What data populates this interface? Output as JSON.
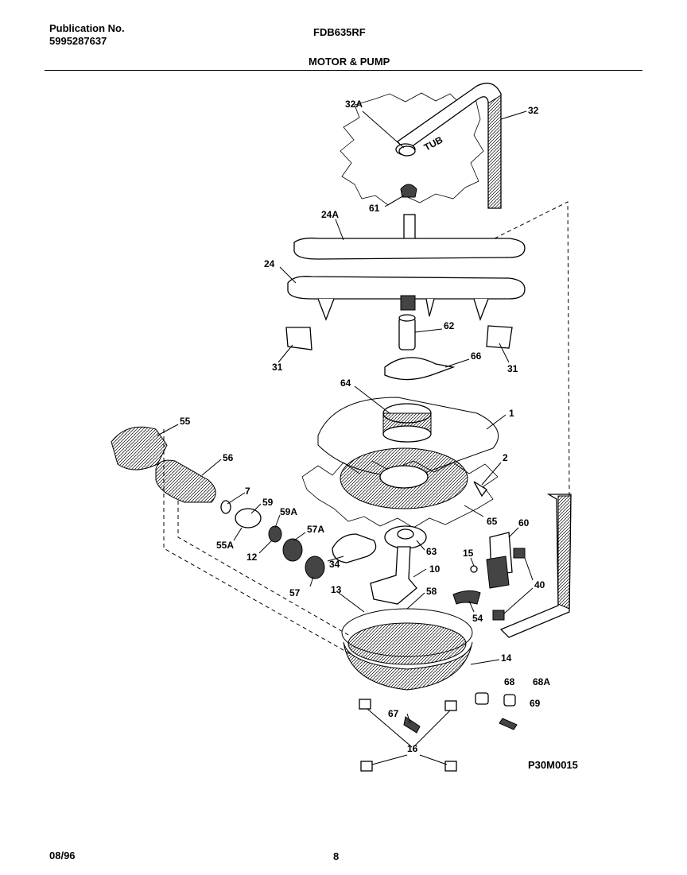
{
  "header": {
    "publication_label": "Publication No.",
    "publication_number": "5995287637",
    "model": "FDB635RF",
    "section_title": "MOTOR & PUMP"
  },
  "figure_code": "P30M0015",
  "footer": {
    "date": "08/96",
    "page": "8"
  },
  "tub_label": "TUB",
  "part_labels": {
    "p32A": "32A",
    "p32": "32",
    "p61": "61",
    "p24A": "24A",
    "p24": "24",
    "p62": "62",
    "p31a": "31",
    "p31b": "31",
    "p66": "66",
    "p64": "64",
    "p1": "1",
    "p2": "2",
    "p55": "55",
    "p56": "56",
    "p7": "7",
    "p59": "59",
    "p59A": "59A",
    "p65": "65",
    "p60": "60",
    "p55A": "55A",
    "p57A": "57A",
    "p12": "12",
    "p34": "34",
    "p63": "63",
    "p15": "15",
    "p10": "10",
    "p40": "40",
    "p57": "57",
    "p13": "13",
    "p58": "58",
    "p54": "54",
    "p14": "14",
    "p68": "68",
    "p68A": "68A",
    "p67": "67",
    "p69": "69",
    "p16": "16"
  }
}
